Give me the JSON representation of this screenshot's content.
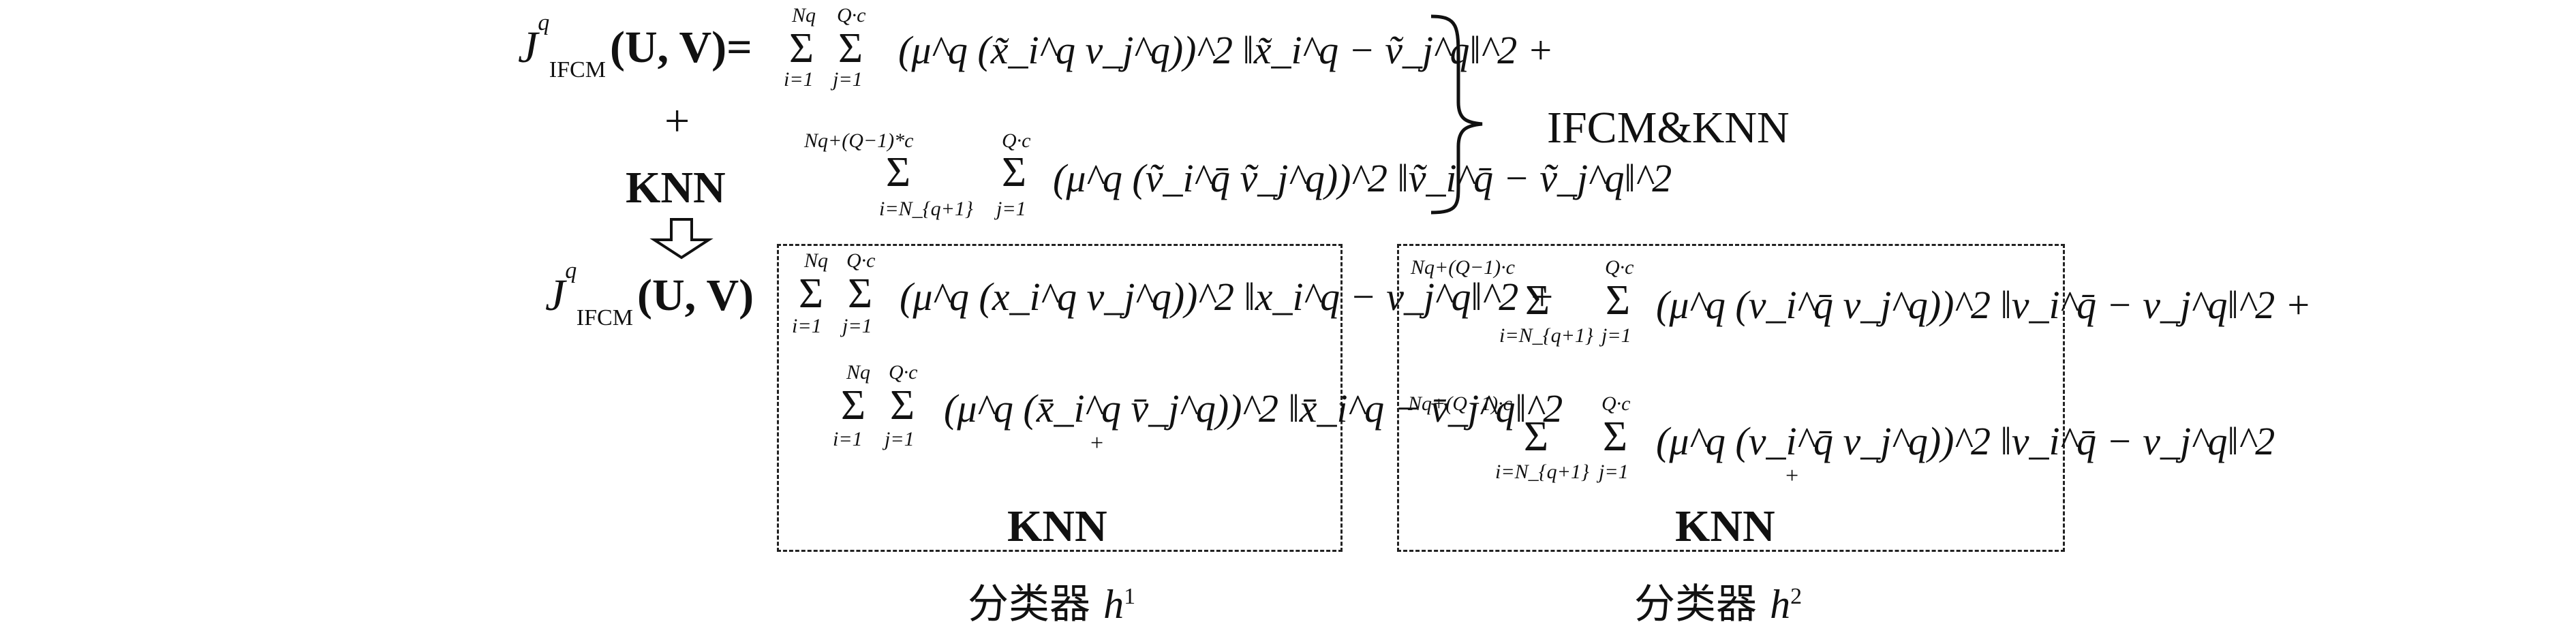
{
  "formula": {
    "j_symbol": "J",
    "j_sup": "q",
    "j_sub": "IFCM",
    "args_full": "(U, V)=",
    "args_short": "(U, V)",
    "plus": "+",
    "knn": "KNN",
    "ifcm_knn": "IFCM&KNN",
    "sum_upper_nq": "Nq",
    "sum_upper_qc": "Q·c",
    "sum_lower_i1": "i=1",
    "sum_lower_j1": "j=1",
    "sum_upper_nq_qstar": "Nq+(Q−1)*c",
    "sum_upper_nq_qdot": "Nq+(Q−1)·c",
    "sum_lower_inq1": "i=N_{q+1}",
    "term1": "(μ^q (x̃_i^q v_j^q))^2 ‖x̃_i^q − ṽ_j^q‖^2 +",
    "term2": "(μ^q (ṽ_i^q̄ ṽ_j^q))^2 ‖ṽ_i^q̄ − ṽ_j^q‖^2",
    "term_l1": "(μ^q (x_i^q v_j^q))^2 ‖x_i^q − v_j^q‖^2 +",
    "term_l2": "(μ^q (x̄_i^q v̄_j^q))^2 ‖x̄_i^q − v̄_j^q‖^2",
    "term_r1": "(μ^q (v_i^q̄ v_j^q))^2 ‖v_i^q̄ − v_j^q‖^2 +",
    "term_r2": "(μ^q (v_i^q̄ v_j^q))^2 ‖v_i^q̄ − v_j^q‖^2",
    "sub_plus": "+"
  },
  "classifiers": {
    "h1_label": "分类器",
    "h1_var": "h",
    "h1_sup": "1",
    "h2_label": "分类器",
    "h2_var": "h",
    "h2_sup": "2"
  }
}
